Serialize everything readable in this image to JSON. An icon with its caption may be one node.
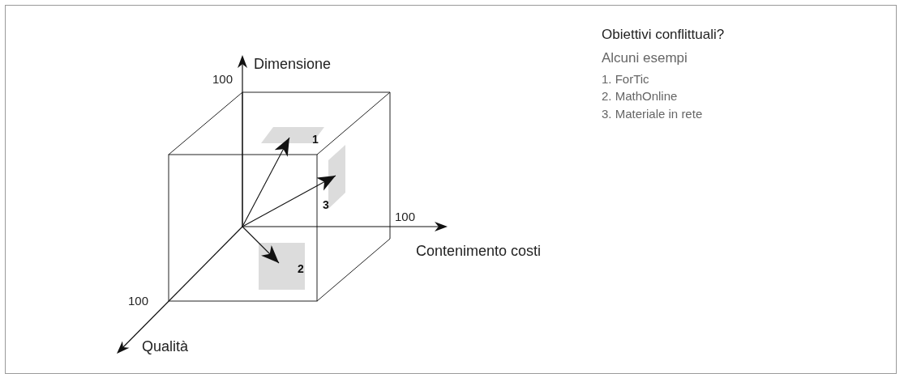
{
  "diagram": {
    "title": "Obiettivi conflittuali?",
    "nodes": [
      {
        "text": [
          "1"
        ]
      },
      {
        "text": [
          "3"
        ]
      },
      {
        "text": [
          "2"
        ]
      }
    ],
    "edges": [
      {
        "from": null,
        "to": 0,
        "arrow": "to"
      },
      {
        "from": null,
        "to": 1,
        "arrow": "to"
      },
      {
        "from": null,
        "to": 2,
        "arrow": "to"
      }
    ],
    "labels": [
      "Dimensione",
      "100",
      "100",
      "Contenimento costi",
      "100",
      "Qualità",
      "Alcuni esempi",
      "1. ForTic",
      "2. MathOnline",
      "3. Materiale in rete"
    ]
  }
}
